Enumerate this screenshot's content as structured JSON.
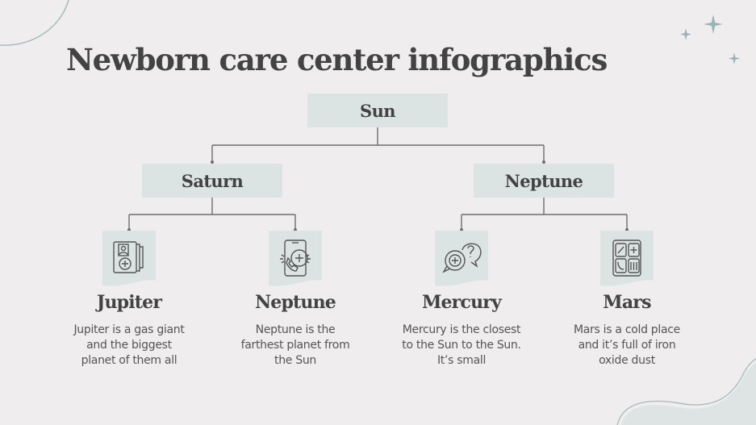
{
  "slide": {
    "title": "Newborn care center infographics",
    "colors": {
      "background": "#efedee",
      "box_fill": "#dce3e3",
      "text": "#434343",
      "lines": "#6f6f6f",
      "accent": "#9bb3b6"
    }
  },
  "tree": {
    "root": {
      "label": "Sun"
    },
    "branches": [
      {
        "label": "Saturn"
      },
      {
        "label": "Neptune"
      }
    ],
    "leaves": [
      {
        "title": "Jupiter",
        "icon": "medical-clipboard-icon",
        "desc": [
          "Jupiter is a gas giant",
          "and the biggest",
          "planet of them all"
        ]
      },
      {
        "title": "Neptune",
        "icon": "phone-call-medical-icon",
        "desc": [
          "Neptune is the",
          "farthest planet from",
          "the Sun"
        ]
      },
      {
        "title": "Mercury",
        "icon": "medical-question-chat-icon",
        "desc": [
          "Mercury is the closest",
          "to the Sun to the Sun.",
          "It’s small"
        ]
      },
      {
        "title": "Mars",
        "icon": "medical-app-grid-icon",
        "desc": [
          "Mars is a cold place",
          "and it’s full of iron",
          "oxide dust"
        ]
      }
    ]
  }
}
